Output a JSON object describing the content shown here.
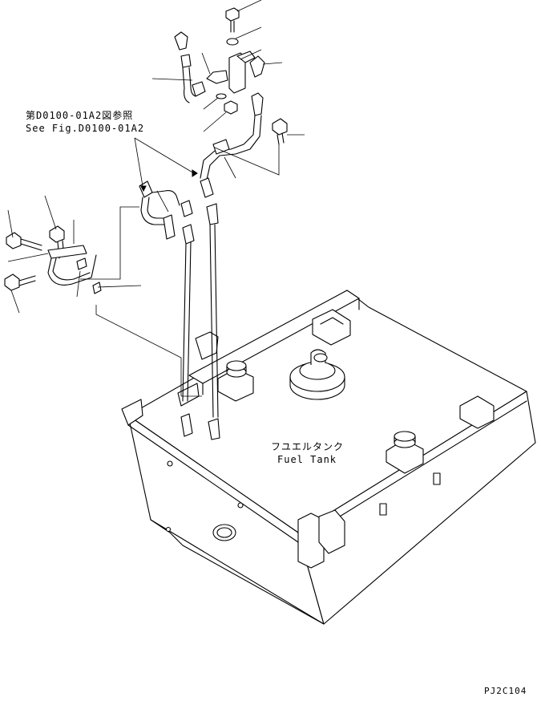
{
  "reference": {
    "jp": "第D0100-01A2図参照",
    "en": "See Fig.D0100-01A2"
  },
  "tank_label": {
    "jp": "フユエルタンク",
    "en": "Fuel Tank"
  },
  "drawing_code": "PJ2C104"
}
